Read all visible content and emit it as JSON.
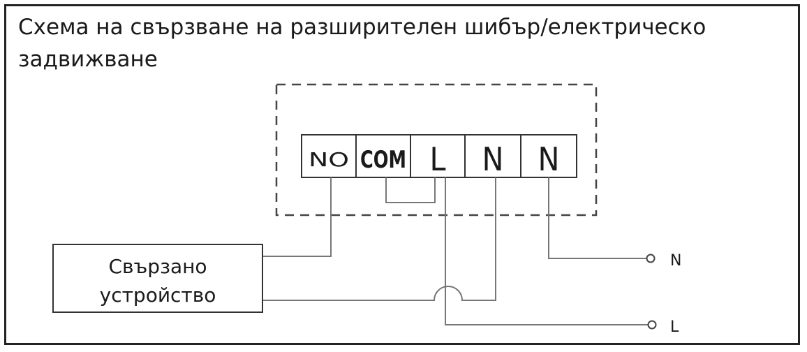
{
  "title": "Схема на свързване на разширителен шибър/електрическо задвижване",
  "terminals": {
    "no": "NO",
    "com": "COM",
    "l": "L",
    "n1": "N",
    "n2": "N"
  },
  "device": {
    "line1": "Свързано",
    "line2": "устройство"
  },
  "outputs": {
    "n": "N",
    "l": "L"
  }
}
